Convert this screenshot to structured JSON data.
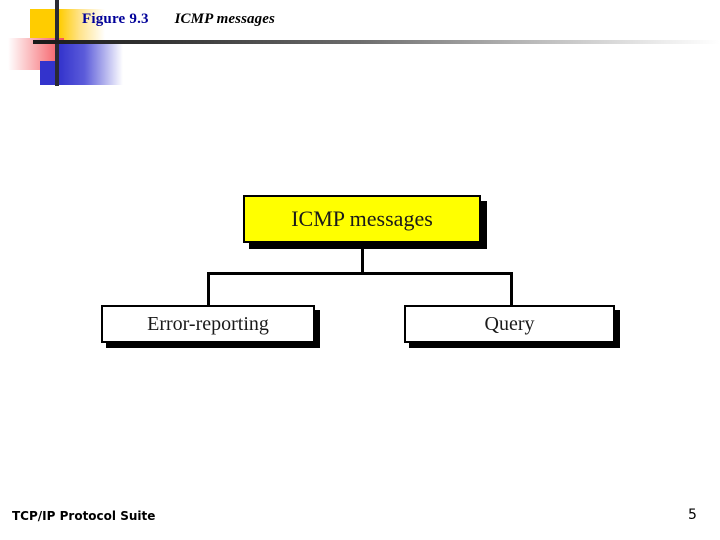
{
  "slide": {
    "header": {
      "figure_label": "Figure 9.3",
      "caption": "ICMP messages",
      "figure_color": "#000099",
      "caption_color": "#000000",
      "decoration": {
        "yellow": "#FFCC00",
        "red": "#F4525B",
        "blue": "#3333CC",
        "bar": "#2A2A33"
      }
    },
    "diagram": {
      "type": "tree",
      "root": {
        "label": "ICMP messages",
        "fill": "#FFFF00",
        "border": "#000000"
      },
      "children": [
        {
          "label": "Error-reporting",
          "fill": "#FFFFFF",
          "border": "#000000"
        },
        {
          "label": "Query",
          "fill": "#FFFFFF",
          "border": "#000000"
        }
      ]
    },
    "footer": {
      "book_title": "TCP/IP Protocol Suite",
      "page_number": "5"
    }
  }
}
